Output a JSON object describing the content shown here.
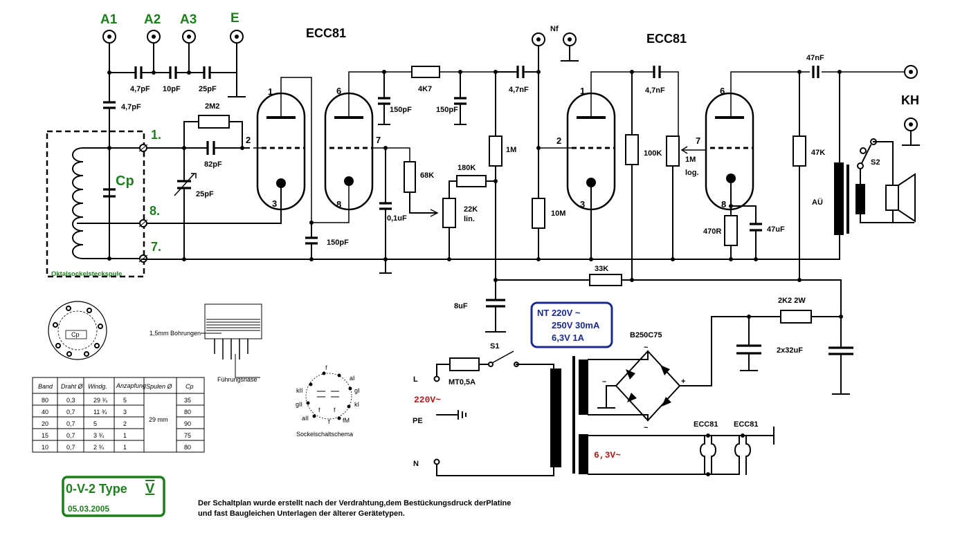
{
  "antenna_terminals": {
    "a1": "A1",
    "a2": "A2",
    "a3": "A3",
    "e": "E"
  },
  "input_caps": {
    "c1": "4,7pF",
    "c2": "10pF",
    "c3": "25pF",
    "c4": "4,7pF"
  },
  "coil": {
    "cp": "Cp",
    "tap_1": "1.",
    "tap_8": "8.",
    "tap_7": "7.",
    "caption": "Oktalsockelsteckspule"
  },
  "grid_leak": {
    "resistor": "2M2",
    "cap": "82pF",
    "trimmer": "25pF"
  },
  "tube1": {
    "name": "ECC81",
    "pins": {
      "p1": "1",
      "p2": "2",
      "p3": "3",
      "p6": "6",
      "p7": "7",
      "p8": "8"
    }
  },
  "tube2": {
    "name": "ECC81",
    "pins": {
      "p1": "1",
      "p2": "2",
      "p3": "3",
      "p6": "6",
      "p7": "7",
      "p8": "8"
    }
  },
  "stage1_parts": {
    "r_4k7": "4K7",
    "c_150a": "150pF",
    "c_150b": "150pF",
    "c_150c": "150pF",
    "c_01": "0,1uF",
    "r_68k": "68K",
    "r_180k": "180K",
    "pot_22k": "22K",
    "pot_22k_note": "lin.",
    "r_1m": "1M",
    "c_47n": "4,7nF"
  },
  "nf": "Nf",
  "stage2_parts": {
    "r_10m": "10M",
    "r_100k": "100K",
    "c_47n": "4,7nF",
    "pot_1m": "1M",
    "pot_1m_note": "log.",
    "r_470": "470R",
    "c_47u": "47uF",
    "r_47k": "47K",
    "c_out": "47nF",
    "r_33k": "33K"
  },
  "output": {
    "kh": "KH",
    "s2": "S2",
    "transformer": "AÜ"
  },
  "power": {
    "c_8u": "8uF",
    "s1": "S1",
    "fuse": "MT0,5A",
    "l": "L",
    "pe": "PE",
    "n": "N",
    "mains": "220V~",
    "heater": "6,3V~",
    "rectifier": "B250C75",
    "r_2k2": "2K2 2W",
    "c_2x32": "2x32uF",
    "minus": "–",
    "plus": "+",
    "heater_tube1": "ECC81",
    "heater_tube2": "ECC81"
  },
  "nt_box": {
    "line1": "NT 220V ~",
    "line2": "250V  30mA",
    "line3": "6,3V   1A"
  },
  "socket_caption": "Sockelschaltschema",
  "socket_pins": {
    "f1": "f",
    "a1": "aI",
    "k2": "kII",
    "g1": "gI",
    "g2": "gII",
    "k1": "kI",
    "a2": "aII",
    "f2": "f",
    "fm": "fM",
    "f3": "f",
    "f4": "f"
  },
  "coil_drawing": {
    "holes": "1,5mm Bohrungen",
    "guide": "Führungsnase",
    "cp": "Cp"
  },
  "coil_table": {
    "headers": [
      "Band",
      "Draht Ø",
      "Windg.",
      "Anzapfung",
      "Spulen Ø",
      "Cp"
    ],
    "rows": [
      [
        "80",
        "0,3",
        "29 ¾",
        "5",
        "",
        "35"
      ],
      [
        "40",
        "0,7",
        "11 ¾",
        "3",
        "",
        "80"
      ],
      [
        "20",
        "0,7",
        "5",
        "2",
        "29 mm",
        "90"
      ],
      [
        "15",
        "0,7",
        "3 ¾",
        "1",
        "",
        "75"
      ],
      [
        "10",
        "0,7",
        "2 ¾",
        "1",
        "",
        "80"
      ]
    ]
  },
  "title_box": {
    "title": "0-V-2  Type",
    "type_mark": "V",
    "date": "05.03.2005"
  },
  "note": {
    "line1": "Der Schaltplan wurde erstellt nach der Verdrahtung,dem Bestückungsdruck derPlatine",
    "line2": "und fast Baugleichen Unterlagen der älterer Gerätetypen."
  },
  "colors": {
    "green": "#1c7f1c",
    "navy": "#1a2a8a",
    "red": "#b21a1a"
  }
}
